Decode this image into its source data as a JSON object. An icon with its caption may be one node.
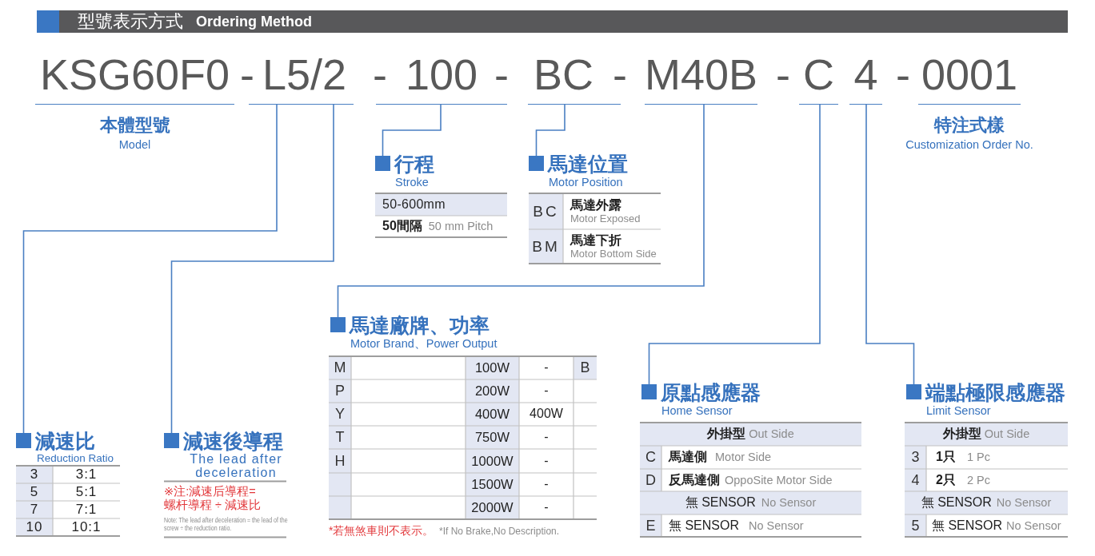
{
  "diagram": {
    "nodes": [
      {
        "text": [
          "型號表示方式",
          "Ordering Method"
        ]
      },
      {
        "text": [
          "KSG60F0"
        ],
        "beside": [
          "本體型號",
          "Model"
        ]
      },
      {
        "text": [
          "L5"
        ]
      },
      {
        "text": [
          "/2"
        ]
      },
      {
        "text": [
          "100"
        ]
      },
      {
        "text": [
          "BC"
        ]
      },
      {
        "text": [
          "M40B"
        ]
      },
      {
        "text": [
          "C"
        ]
      },
      {
        "text": [
          "4"
        ]
      },
      {
        "text": [
          "0001"
        ],
        "beside": [
          "特注式樣",
          "Customization Order No."
        ]
      },
      {
        "text": [
          "行程",
          "Stroke"
        ]
      },
      {
        "text": [
          "馬達位置",
          "Motor Position"
        ]
      },
      {
        "text": [
          "馬達廠牌、功率",
          "Motor Brand、Power Output"
        ]
      },
      {
        "text": [
          "原點感應器",
          "Home Sensor"
        ]
      },
      {
        "text": [
          "端點極限感應器",
          "Limit Sensor"
        ]
      },
      {
        "text": [
          "減速比",
          "Reduction Ratio"
        ]
      },
      {
        "text": [
          "減速後導程",
          "The lead after deceleration"
        ]
      }
    ],
    "edges": [
      {
        "from": 2,
        "to": 15,
        "arrow": "none"
      },
      {
        "from": 3,
        "to": 16,
        "arrow": "none"
      },
      {
        "from": 4,
        "to": 10,
        "arrow": "none"
      },
      {
        "from": 5,
        "to": 11,
        "arrow": "none"
      },
      {
        "from": 6,
        "to": 12,
        "arrow": "none"
      },
      {
        "from": 7,
        "to": 13,
        "arrow": "none"
      },
      {
        "from": 8,
        "to": 14,
        "arrow": "none"
      }
    ],
    "labels": [
      "-",
      "-",
      "-",
      "-",
      "-",
      "-",
      "50-600mm",
      "50間隔",
      "50 mm Pitch",
      "BC",
      "馬達外露",
      "Motor Exposed",
      "BM",
      "馬達下折",
      "Motor Bottom Side",
      "M",
      "100W",
      "-",
      "B",
      "P",
      "200W",
      "-",
      "Y",
      "400W",
      "400W",
      "T",
      "750W",
      "-",
      "H",
      "1000W",
      "-",
      "1500W",
      "-",
      "2000W",
      "-",
      "*若無煞車則不表示。",
      "*If No Brake,No Description.",
      "外掛型",
      "Out Side",
      "C",
      "馬達側",
      "Motor Side",
      "D",
      "反馬達側",
      "OppoSite Motor Side",
      "無 SENSOR",
      "No Sensor",
      "E",
      "無 SENSOR",
      "No Sensor",
      "外掛型",
      "Out Side",
      "3",
      "1只",
      "1 Pc",
      "4",
      "2只",
      "2 Pc",
      "無 SENSOR",
      "No Sensor",
      "5",
      "無 SENSOR",
      "No Sensor",
      "3",
      "3:1",
      "5",
      "5:1",
      "7",
      "7:1",
      "10",
      "10:1",
      "※注:減速后導程=螺杆導程 ÷ 減速比",
      "Note: The lead after deceleration = the lead of the screw ÷ the reduction ratio."
    ]
  }
}
